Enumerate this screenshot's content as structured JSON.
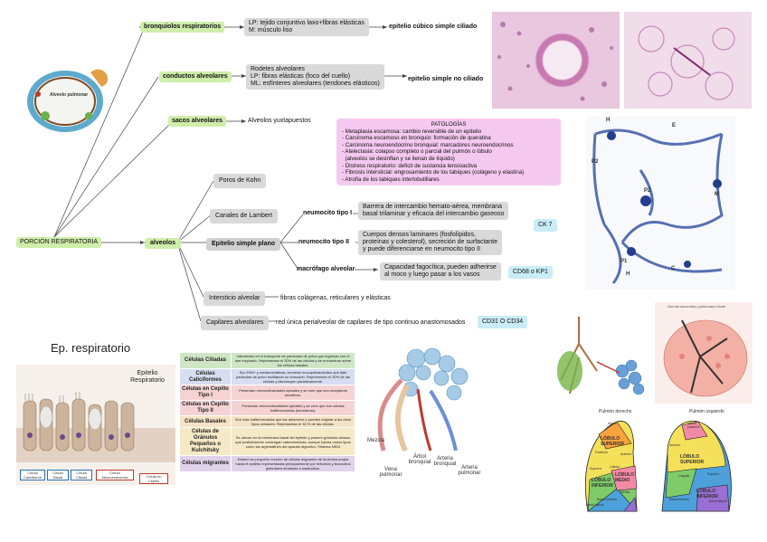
{
  "root": "PORCIÓN RESPIRATORIA",
  "branches": {
    "bronquiolos": {
      "label": "bronquiolos respiratorios",
      "detail": [
        "LP: tejido conjuntivo laxo+fibras elásticas",
        "M: músculo liso"
      ],
      "epithelium": "epitelio cúbico simple ciliado"
    },
    "conductos": {
      "label": "conductos alveolares",
      "detail": [
        "Rodetes alveolares",
        "LP: fibras elásticas (foco del cuello)",
        "ML: esfínteres alveolares (tendones elásticos)"
      ],
      "epithelium": "epitelio simple no ciliado"
    },
    "sacos": {
      "label": "sacos alveolares",
      "detail": "Alveolos yuxtapuestos"
    },
    "alveolos": {
      "label": "alveolos",
      "poros": "Poros de Kohn",
      "canales": "Canales de Lambert",
      "epitelio": "Epitelio simple plano",
      "tipo1": {
        "label": "neumocito tipo I",
        "detail": [
          "Barrera de intercambio hemato-aérea, membrana",
          "basal trilaminar y eficacia del intercambio gaseoso"
        ],
        "marker": "CK 7"
      },
      "tipo2": {
        "label": "neumocito tipo II",
        "detail": [
          "Cuerpos densos laminares (fosfolípidos,",
          "proteínas y colesterol), secreción de surfactante",
          "y puede diferenciarse en neumocito tipo II"
        ]
      },
      "macrofago": {
        "label": "macrófago alveolar",
        "detail": [
          "Capacidad fagocítica, pueden adherirse",
          "al moco y luego pasar a los vasos"
        ],
        "marker": "CD68 o KP1"
      },
      "intersticio": {
        "label": "Intersticio alveolar",
        "detail": "fibras colágenas, reticulares y elásticas"
      },
      "capilares": {
        "label": "Capilares alveolares",
        "detail": "red única perialveolar de capilares de tipo continuo anastomosados",
        "marker": "CD31 O CD34"
      }
    }
  },
  "patologias": {
    "title": "PATOLOGÍAS",
    "items": [
      "- Metaplasia escamosa: cambio reversible de un epitelio",
      "- Carcinoma escamoso en bronquio: formación de queratina",
      "- Carcinoma neuroendocrino bronquial: marcadores neuroendocrinos",
      "- Atelectasia: colapso completo o parcial del pulmón o lóbulo",
      "  (alveolos se desinflan y se llenan de líquido)",
      "- Distress respiratorio: deficit de sustancia tensioactiva",
      "- Fibrosis intersticial: engrosamiento de los tabiques (colágeno y elastina)",
      "- Atrofia de los tabiques interlobulillares"
    ]
  },
  "ep_title": "Ep. respiratorio",
  "ep_image_title": "Epitelio Respiratorio",
  "ep_cells": [
    "Célula Caliciforme",
    "Célula Basal",
    "Célula Ciliada",
    "Célula Neuroendocrina",
    "Célula en Cepillo"
  ],
  "cell_table": [
    {
      "name": "Células Ciliadas",
      "desc": "Intervienen en el transporte de partículas de polvo que ingresan con el aire inspirado. Representan el 30% de las células y se encuentran sobre las células basales.",
      "color": "#cfe6c6"
    },
    {
      "name": "Células Caliciformes",
      "desc": "Son PAS+ y metacromáticas, secretan mucopolisacáridos que fijan partículas de polvo facilitando su remoción. Representan el 30% de las células y disminuyen paulatinamente.",
      "color": "#d6def0"
    },
    {
      "name": "Células en Cepillo Tipo I",
      "desc": "Presentan microvellosidades apicales y se cree que son receptores sensitivos.",
      "color": "#f6d3d3"
    },
    {
      "name": "Células en Cepillo Tipo II",
      "desc": "Presentan microvellosidades apicales y se cree que son células indiferenciadas (inmaduras).",
      "color": "#f6d3d3"
    },
    {
      "name": "Células Basales",
      "desc": "Son más indiferenciadas que las anteriores y pueden originar a los otros tipos celulares. Representan el 30 % de las células.",
      "color": "#f6e2c6"
    },
    {
      "name": "Células de Gránulos Pequeños o Kulchitsky",
      "desc": "Se ubican en la membrana basal del epitelio y poseen gránulos densos que posiblemente contengan catecolaminas; aunque habría varios tipos como las argentafines del aparato digestivo. Sistema NEDI",
      "color": "#f6e9c6"
    },
    {
      "name": "Células migrantes",
      "desc": "Existen en pequeño número de células migrantes de la lámina propia hacia el epitelio representadas principalmente por linfocitos y leucocitos globulares similares a mastocitos.",
      "color": "#dfd2ea"
    }
  ],
  "lobulillo_labels": [
    "Mezcla",
    "Vena pulmonar",
    "Árbol bronquial",
    "Arteria bronquial",
    "Arteria pulmonar"
  ],
  "alveolo_labels": [
    "Alveolo pulmonar"
  ],
  "micro_labels": [
    "H",
    "E",
    "P2",
    "P2",
    "M",
    "P1",
    "H",
    "C"
  ],
  "lung_left_title": "Pulmón derecho",
  "lung_right_title": "Pulmón izquierdo",
  "lung_left_lobes": [
    "LÓBULO SUPERIOR",
    "LÓBULO MEDIO",
    "LÓBULO INFERIOR"
  ],
  "lung_right_lobes": [
    "LÓBULO SUPERIOR",
    "LÓBULO INFERIOR"
  ],
  "lung_left_segments": [
    "Apical",
    "Posterior",
    "Anterior",
    "Lateral",
    "Medial",
    "Superior",
    "Basal Anterior",
    "Basal lateral"
  ],
  "lung_right_segments": [
    "Apical posterior",
    "Anterior",
    "Superior",
    "Lingular",
    "Basal Anterior",
    "Basal lateral"
  ],
  "lobule_title": "Normal secondary pulmonary lobule"
}
